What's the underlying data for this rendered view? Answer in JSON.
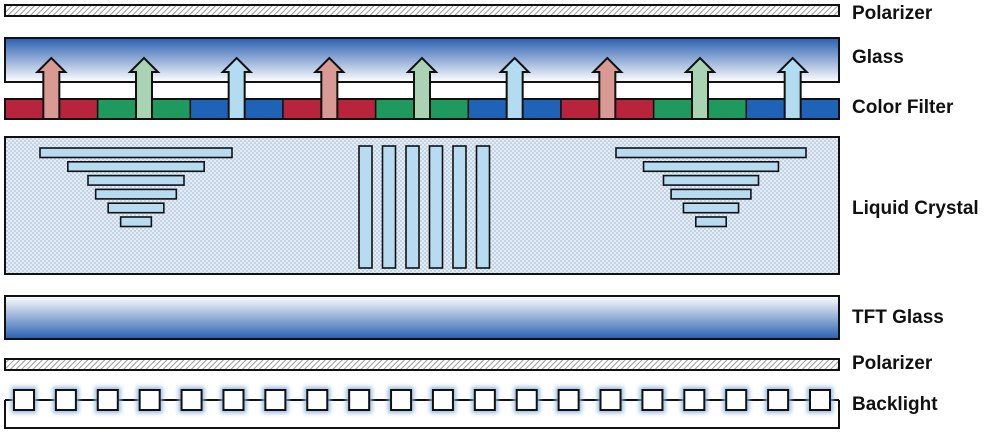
{
  "labels": {
    "polarizer_top": "Polarizer",
    "glass": "Glass",
    "color_filter": "Color Filter",
    "liquid_crystal": "Liquid Crystal",
    "tft_glass": "TFT Glass",
    "polarizer_bottom": "Polarizer",
    "backlight": "Backlight"
  },
  "colors": {
    "outline": "#111111",
    "glass_top": "#2a5fb0",
    "glass_bottom": "#ffffff",
    "filter_red": "#b8243c",
    "filter_green": "#1e9a5e",
    "filter_blue": "#1f63b7",
    "arrow_red": "#d99a94",
    "arrow_green": "#a9d3b2",
    "arrow_blue": "#b3dcf0",
    "crystal_bar": "#b7dcf2",
    "crystal_bg": "#dbe6f2",
    "backlight_glow": "#8ab4e0"
  },
  "color_filter_sequence": [
    "red",
    "green",
    "blue",
    "red",
    "green",
    "blue",
    "red",
    "green",
    "blue"
  ],
  "backlight_led_count": 20
}
